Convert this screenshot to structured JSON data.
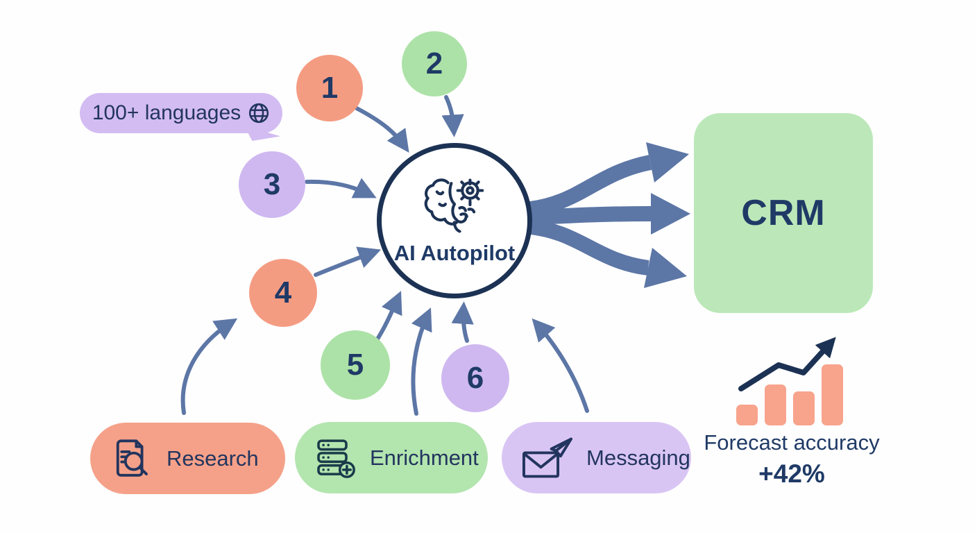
{
  "bubble": {
    "text": "100+ languages",
    "icon": "globe-icon"
  },
  "nodes": [
    {
      "label": "1",
      "color": "#F49C82"
    },
    {
      "label": "2",
      "color": "#ACE2A7"
    },
    {
      "label": "3",
      "color": "#CFB8F0"
    },
    {
      "label": "4",
      "color": "#F49C82"
    },
    {
      "label": "5",
      "color": "#ACE2A7"
    },
    {
      "label": "6",
      "color": "#CFB8F0"
    }
  ],
  "center": {
    "label": "AI Autopilot",
    "icon": "brain-gear-icon"
  },
  "crm": {
    "label": "CRM"
  },
  "pills": [
    {
      "label": "Research",
      "icon": "document-search-icon",
      "color": "#F5A189"
    },
    {
      "label": "Enrichment",
      "icon": "database-plus-icon",
      "color": "#B3E5AF"
    },
    {
      "label": "Messaging",
      "icon": "email-send-icon",
      "color": "#D9C5F4"
    }
  ],
  "forecast": {
    "line1": "Forecast accuracy",
    "line2": "+42%",
    "bars": [
      30,
      59,
      49,
      88
    ],
    "bar_color": "#F8A38C",
    "trend_color": "#1C3254"
  },
  "colors": {
    "navy_text": "#1F3A66",
    "circle_border": "#1C3254",
    "arrow_slate": "#5C76A6",
    "crm_bg": "#BCE8B9",
    "background": "#FEFEFE"
  }
}
